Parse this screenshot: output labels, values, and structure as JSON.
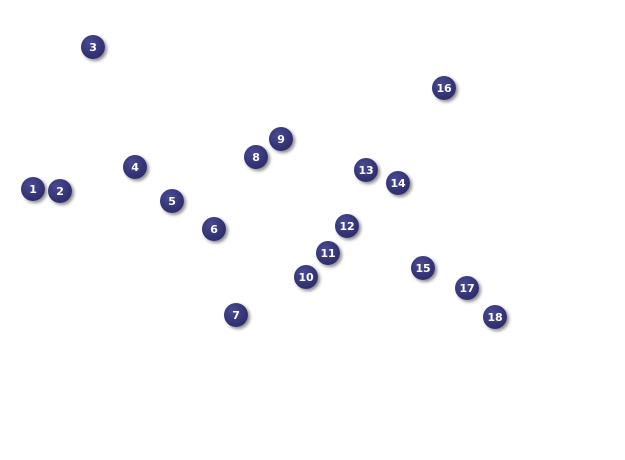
{
  "markers": [
    {
      "label": "1"
    },
    {
      "label": "2"
    },
    {
      "label": "3"
    },
    {
      "label": "4"
    },
    {
      "label": "5"
    },
    {
      "label": "6"
    },
    {
      "label": "7"
    },
    {
      "label": "8"
    },
    {
      "label": "9"
    },
    {
      "label": "10"
    },
    {
      "label": "11"
    },
    {
      "label": "12"
    },
    {
      "label": "13"
    },
    {
      "label": "14"
    },
    {
      "label": "15"
    },
    {
      "label": "16"
    },
    {
      "label": "17"
    },
    {
      "label": "18"
    }
  ],
  "colors": {
    "marker_fill": "#343476",
    "marker_text": "#ffffff",
    "background": "#ffffff"
  }
}
